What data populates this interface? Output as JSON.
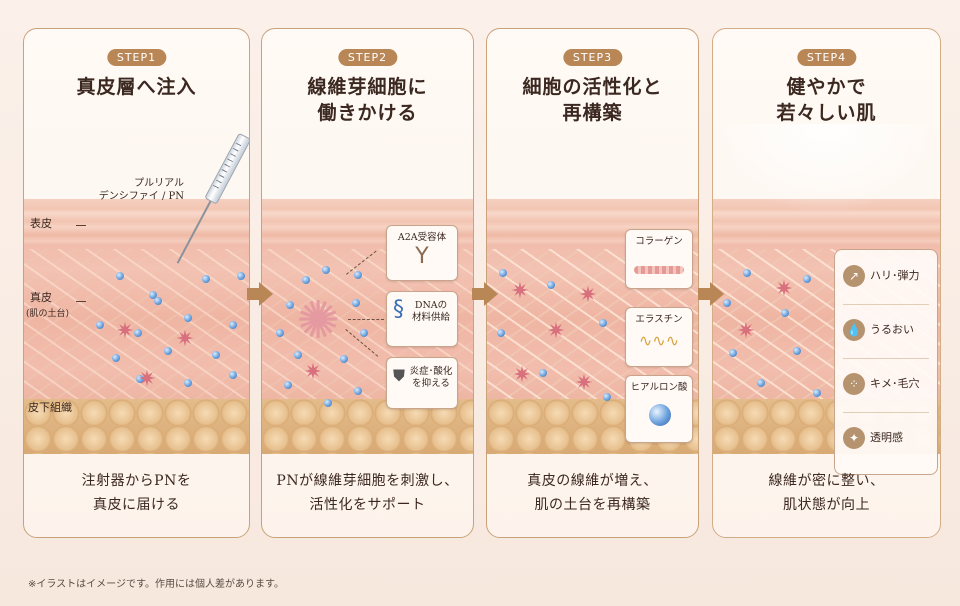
{
  "steps": [
    {
      "badge": "STEP1",
      "title_lines": [
        "真皮層へ注入"
      ],
      "caption_lines": [
        "注射器からPNを",
        "真皮に届ける"
      ],
      "injection_label_lines": [
        "プルリアル",
        "デンシファイ / PN"
      ],
      "layer_labels": {
        "epidermis": "表皮",
        "dermis": "真皮",
        "dermis_sub": "(肌の土台)",
        "subcutis": "皮下組織"
      }
    },
    {
      "badge": "STEP2",
      "title_lines": [
        "線維芽細胞に",
        "働きかける"
      ],
      "caption_lines": [
        "PNが線維芽細胞を刺激し、",
        "活性化をサポート"
      ],
      "boxes": [
        {
          "icon": "receptor-icon",
          "lines": [
            "A2A受容体"
          ]
        },
        {
          "icon": "dna-icon",
          "lines": [
            "DNAの",
            "材料供給"
          ]
        },
        {
          "icon": "shield-icon",
          "lines": [
            "炎症･酸化",
            "を抑える"
          ]
        }
      ]
    },
    {
      "badge": "STEP3",
      "title_lines": [
        "細胞の活性化と",
        "再構築"
      ],
      "caption_lines": [
        "真皮の線維が増え、",
        "肌の土台を再構築"
      ],
      "boxes": [
        {
          "icon": "collagen-icon",
          "lines": [
            "コラーゲン"
          ]
        },
        {
          "icon": "elastin-icon",
          "lines": [
            "エラスチン"
          ]
        },
        {
          "icon": "hyaluronic-acid-icon",
          "lines": [
            "ヒアルロン酸"
          ]
        }
      ]
    },
    {
      "badge": "STEP4",
      "title_lines": [
        "健やかで",
        "若々しい肌"
      ],
      "caption_lines": [
        "線維が密に整い、",
        "肌状態が向上"
      ],
      "benefits": [
        {
          "icon": "firmness-icon",
          "label": "ハリ･弾力"
        },
        {
          "icon": "moisture-icon",
          "label": "うるおい"
        },
        {
          "icon": "pores-icon",
          "label": "キメ･毛穴"
        },
        {
          "icon": "sparkle-icon",
          "label": "透明感"
        }
      ]
    }
  ],
  "footnote": "※イラストはイメージです。作用には個人差があります。",
  "colors": {
    "accent": "#b98656",
    "border": "#c9a27a",
    "text": "#3b2820",
    "dot": "#6aa0dc",
    "cell": "#d8707d"
  }
}
